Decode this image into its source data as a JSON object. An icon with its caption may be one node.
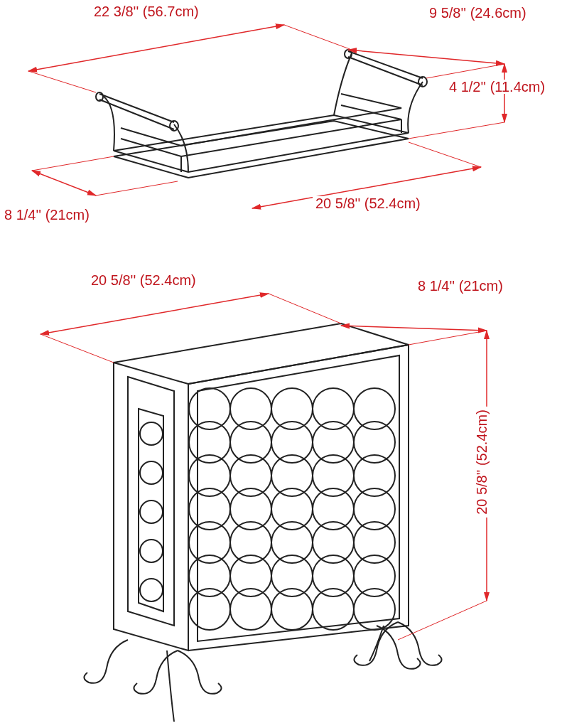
{
  "diagram": {
    "labels": [
      "22 3/8'' (56.7cm)",
      "9 5/8'' (24.6cm)",
      "4 1/2'' (11.4cm)",
      "8 1/4'' (21cm)",
      "20 5/8'' (52.4cm)",
      "20 5/8'' (52.4cm)",
      "8 1/4'' (21cm)",
      "20 5/8'' (52.4cm)"
    ]
  }
}
